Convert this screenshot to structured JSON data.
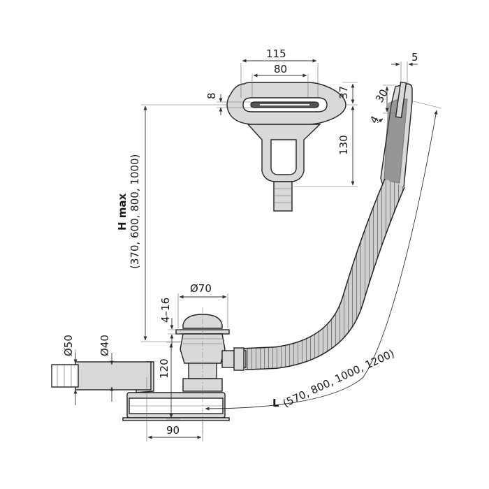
{
  "overflow_top": {
    "width_outer": "115",
    "width_inner": "80",
    "thickness": "8",
    "top_depth": "37",
    "height": "130"
  },
  "overflow_side": {
    "thickness": "5",
    "height": "30",
    "offset": "4"
  },
  "height_dim": {
    "label": "H max",
    "values": "(370, 600, 800, 1000)"
  },
  "drain": {
    "cap_diameter": "Ø70",
    "cap_thickness": "4–16",
    "body_height": "120",
    "offset": "90"
  },
  "outlet": {
    "outer_diameter": "Ø50",
    "inner_diameter": "Ø40"
  },
  "length_dim": {
    "label": "L",
    "values": "(570, 800, 1000, 1200)"
  }
}
